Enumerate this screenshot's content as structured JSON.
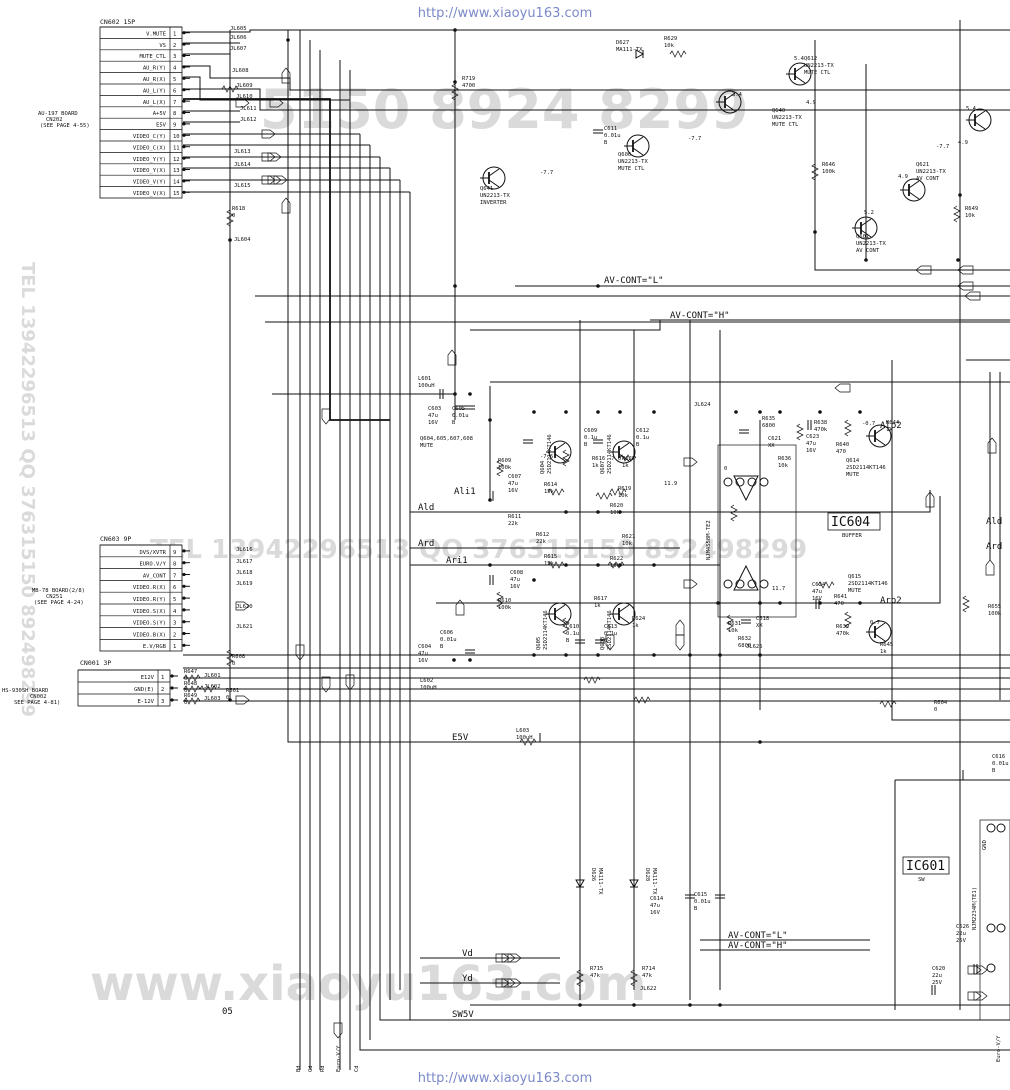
{
  "watermark": {
    "top": "http://www.xiaoyu163.com",
    "bottom": "http://www.xiaoyu163.com"
  },
  "ghost": {
    "row1": "5150  8924 8299",
    "row2": "TEL 13942296513 QQ 376315150 892498299",
    "row3": "www.xiaoyu163.com",
    "side": "TEL 13942296513  QQ 376315150 892498299"
  },
  "connectors": {
    "cn602": {
      "title": "CN602  15P",
      "board": [
        "AU-197 BOARD",
        "CN202",
        "(SEE PAGE 4-55)"
      ],
      "pins": [
        {
          "name": "V.MUTE",
          "num": "1"
        },
        {
          "name": "VS",
          "num": "2"
        },
        {
          "name": "MUTE_CTL",
          "num": "3"
        },
        {
          "name": "AU_R(Y)",
          "num": "4"
        },
        {
          "name": "AU_R(X)",
          "num": "5"
        },
        {
          "name": "AU_L(Y)",
          "num": "6"
        },
        {
          "name": "AU_L(X)",
          "num": "7"
        },
        {
          "name": "A+5V",
          "num": "8"
        },
        {
          "name": "E5V",
          "num": "9"
        },
        {
          "name": "VIDEO_C(Y)",
          "num": "10"
        },
        {
          "name": "VIDEO_C(X)",
          "num": "11"
        },
        {
          "name": "VIDEO_Y(Y)",
          "num": "12"
        },
        {
          "name": "VIDEO_Y(X)",
          "num": "13"
        },
        {
          "name": "VIDEO_V(Y)",
          "num": "14"
        },
        {
          "name": "VIDEO_V(X)",
          "num": "15"
        }
      ]
    },
    "cn603": {
      "title": "CN603  9P",
      "board": [
        "MB-78 BOARD(2/8)",
        "CN251",
        "(SEE PAGE 4-24)"
      ],
      "pins": [
        {
          "name": "DVS/XVTR",
          "num": "9"
        },
        {
          "name": "EURO.V/Y",
          "num": "8"
        },
        {
          "name": "AV_CONT",
          "num": "7"
        },
        {
          "name": "VIDEO.R(X)",
          "num": "6"
        },
        {
          "name": "VIDEO.R(Y)",
          "num": "5"
        },
        {
          "name": "VIDEO.S(X)",
          "num": "4"
        },
        {
          "name": "VIDEO.S(Y)",
          "num": "3"
        },
        {
          "name": "VIDEO.B(X)",
          "num": "2"
        },
        {
          "name": "E.V/RGB",
          "num": "1"
        }
      ]
    },
    "cn001": {
      "title": "CN001  3P",
      "board": [
        "HS-930SH BOARD",
        "CN002",
        "SEE PAGE 4-81)"
      ],
      "pins": [
        {
          "name": "E12V",
          "num": "1"
        },
        {
          "name": "GND(E)",
          "num": "2"
        },
        {
          "name": "E-12V",
          "num": "3"
        }
      ]
    }
  },
  "ics": [
    {
      "name": "IC604",
      "sub": "BUFFER"
    },
    {
      "name": "IC601",
      "sub": "SW"
    }
  ],
  "nets": {
    "av_cont_l": "AV-CONT=\"L\"",
    "av_cont_h": "AV-CONT=\"H\"",
    "e5v": "E5V",
    "sw5v": "SW5V",
    "ald": "Ald",
    "ard": "Ard",
    "ali1": "Ali1",
    "ari1": "Ari1",
    "alo2": "Alo2",
    "aro2": "Aro2",
    "vd": "Vd",
    "yd": "Yd",
    "page_num": "05",
    "bottom_labels": [
      "Bd",
      "Gd",
      "Rd",
      "Euro-V/Y",
      "Cd"
    ],
    "right_cut": [
      "Ald",
      "Ard",
      "Euro-V/Y"
    ]
  },
  "jumpers": [
    "JL605",
    "JL606",
    "JL607",
    "JL608",
    "JL609",
    "JL610",
    "JL611",
    "JL612",
    "JL613",
    "JL614",
    "JL615",
    "JL616",
    "JL617",
    "JL618",
    "JL619",
    "JL620",
    "JL621",
    "JL601",
    "JL602",
    "JL603",
    "JL604",
    "JL624",
    "JL625",
    "JL622"
  ],
  "components": {
    "q641": [
      "Q641",
      "UN2213-TX",
      "INVERTER"
    ],
    "q606": [
      "Q606",
      "UN2213-TX",
      "MUTE CTL"
    ],
    "q640": [
      "Q640",
      "UN2213-TX",
      "MUTE CTL"
    ],
    "q612": [
      "Q612",
      "UN2213-TX",
      "MUTE CTL"
    ],
    "q621": [
      "Q621",
      "UN2213-TX",
      "AV CONT"
    ],
    "q601": [
      "Q601",
      "UN2213-TX",
      "AV CONT"
    ],
    "d627": [
      "D627",
      "MA111-TX"
    ],
    "r629": [
      "R629",
      "10k"
    ],
    "r719": [
      "R719",
      "4700"
    ],
    "c611": [
      "C611",
      "0.01u",
      "B"
    ],
    "r646": [
      "R646",
      "100k"
    ],
    "r649": [
      "R649",
      "10k"
    ],
    "r618": [
      "R618",
      "0"
    ],
    "l601": [
      "L601",
      "100uH"
    ],
    "c603": [
      "C603",
      "47u",
      "16V"
    ],
    "c605": [
      "C605",
      "0.01u",
      "B"
    ],
    "mute_group": [
      "Q604,605,607,608",
      "MUTE"
    ],
    "q604": [
      "Q604",
      "2SD2114KT146"
    ],
    "q607": [
      "Q607",
      "2SD2114KT146"
    ],
    "q605": [
      "Q605",
      "2SD2114KT146"
    ],
    "q608": [
      "Q608",
      "2SD2114KT146"
    ],
    "q614": [
      "Q614",
      "2SD2114KT146",
      "MUTE"
    ],
    "q615": [
      "Q615",
      "2SD2114KT146",
      "MUTE"
    ],
    "c609": [
      "C609",
      "0.1u",
      "B"
    ],
    "c612": [
      "C612",
      "0.1u",
      "B"
    ],
    "r616": [
      "R616",
      "1k"
    ],
    "r623": [
      "R623",
      "1k"
    ],
    "r609": [
      "R609",
      "100k"
    ],
    "c607": [
      "C607",
      "47u",
      "16V"
    ],
    "r614": [
      "R614",
      "15k"
    ],
    "r619": [
      "R619",
      "10k"
    ],
    "r620": [
      "R620",
      "10k"
    ],
    "r611": [
      "R611",
      "22k"
    ],
    "r612": [
      "R612",
      "22k"
    ],
    "r615": [
      "R615",
      "15k"
    ],
    "r621": [
      "R621",
      "10k"
    ],
    "r622": [
      "R622",
      "10k"
    ],
    "c608": [
      "C608",
      "47u",
      "16V"
    ],
    "r610": [
      "R610",
      "100k"
    ],
    "r617": [
      "R617",
      "1k"
    ],
    "r624": [
      "R624",
      "1k"
    ],
    "c610": [
      "C610",
      "0.1u",
      "B"
    ],
    "c613": [
      "C613",
      "0.1u",
      "B"
    ],
    "c604": [
      "C604",
      "47u",
      "16V"
    ],
    "c606": [
      "C606",
      "0.01u",
      "B"
    ],
    "l602": [
      "L602",
      "100uH"
    ],
    "r635": [
      "R635",
      "6800"
    ],
    "c621": [
      "C621",
      "XX"
    ],
    "r636": [
      "R636",
      "10k"
    ],
    "r638": [
      "R638",
      "470k"
    ],
    "c623": [
      "C623",
      "47u",
      "16V"
    ],
    "r640": [
      "R640",
      "470"
    ],
    "r644": [
      "R644",
      "1k"
    ],
    "r631": [
      "R631",
      "10k"
    ],
    "c618": [
      "C618",
      "XX"
    ],
    "r632": [
      "R632",
      "6800"
    ],
    "c624": [
      "C624",
      "47u",
      "16V"
    ],
    "r641": [
      "R641",
      "470"
    ],
    "r639": [
      "R639",
      "470k"
    ],
    "r645": [
      "R645",
      "1k"
    ],
    "r655": [
      "R655",
      "100k"
    ],
    "ic604_part": "NJM4558M-TE2",
    "ic601_part": "NJM2234M(TE1)",
    "r647": [
      "R647",
      "0"
    ],
    "r648": [
      "R648",
      "0"
    ],
    "r649b": [
      "R649",
      "0"
    ],
    "r608": [
      "R608",
      "0"
    ],
    "r601": [
      "R601",
      "0"
    ],
    "r604": [
      "R604",
      "0"
    ],
    "l603": [
      "L603",
      "100uH"
    ],
    "d626": [
      "D626",
      "MA111-TX"
    ],
    "d628": [
      "D628",
      "MA111-TX"
    ],
    "c614": [
      "C614",
      "47u",
      "16V"
    ],
    "c615": [
      "C615",
      "0.01u",
      "B"
    ],
    "r715": [
      "R715",
      "47k"
    ],
    "r714": [
      "R714",
      "47k"
    ],
    "c616": [
      "C616",
      "0.01u",
      "B"
    ],
    "c626": [
      "C626",
      "22u",
      "25V"
    ],
    "c620": [
      "C620",
      "22u",
      "25V"
    ],
    "ic601_pin_gnd": "GND"
  },
  "voltages": [
    "-7.7",
    "-7.7",
    "3.4",
    "5.4",
    "4.9",
    "-7.6",
    "-7.6",
    "11.9",
    "11.7",
    "-0.7",
    "0.7",
    "5.2",
    "4.9",
    "-7.7",
    "4.9",
    "5.4",
    "0"
  ]
}
